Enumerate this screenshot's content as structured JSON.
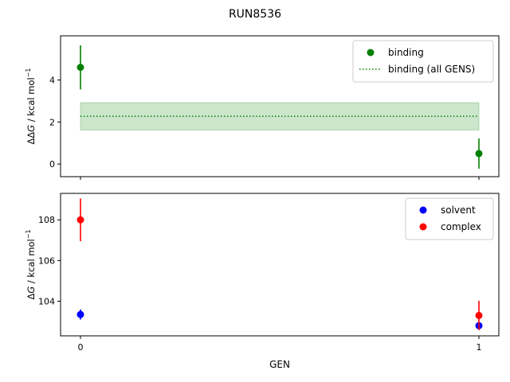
{
  "figure": {
    "title": "RUN8536"
  },
  "colors": {
    "binding": "#008000",
    "binding_band": "#008000",
    "solvent": "#0000ff",
    "complex": "#ff0000",
    "axes": "#000000"
  },
  "chart_data": [
    {
      "type": "scatter",
      "panel": "top",
      "ylabel_prefix": "ΔΔ",
      "ylabel_var": "G",
      "ylabel_units": " / kcal mol",
      "ylabel_exp": "−1",
      "xlabel": "",
      "xlim": [
        -0.05,
        1.05
      ],
      "ylim": [
        -0.6,
        6.1
      ],
      "xticks": [
        0,
        1
      ],
      "xtick_labels_shown": false,
      "yticks": [
        0,
        2,
        4
      ],
      "ytick_labels": [
        "0",
        "2",
        "4"
      ],
      "grid": false,
      "legend_position": "top-right",
      "series": [
        {
          "name": "binding",
          "kind": "points_with_errorbars",
          "color": "#008000",
          "x": [
            0,
            1
          ],
          "y": [
            4.6,
            0.5
          ],
          "yerr": [
            1.05,
            0.72
          ]
        },
        {
          "name": "binding (all GENS)",
          "kind": "horizontal_line_with_band",
          "color": "#008000",
          "linestyle": "dotted",
          "x_range": [
            0,
            1
          ],
          "y": 2.27,
          "band": [
            1.62,
            2.92
          ]
        }
      ]
    },
    {
      "type": "scatter",
      "panel": "bottom",
      "ylabel_prefix": "Δ",
      "ylabel_var": "G",
      "ylabel_units": " / kcal mol",
      "ylabel_exp": "−1",
      "xlabel": "GEN",
      "xlim": [
        -0.05,
        1.05
      ],
      "ylim": [
        102.3,
        109.3
      ],
      "xticks": [
        0,
        1
      ],
      "xtick_labels": [
        "0",
        "1"
      ],
      "yticks": [
        104,
        106,
        108
      ],
      "ytick_labels": [
        "104",
        "106",
        "108"
      ],
      "grid": false,
      "legend_position": "top-right",
      "series": [
        {
          "name": "solvent",
          "kind": "points_with_errorbars",
          "color": "#0000ff",
          "x": [
            0,
            1
          ],
          "y": [
            103.35,
            102.8
          ],
          "yerr": [
            0.25,
            0.15
          ]
        },
        {
          "name": "complex",
          "kind": "points_with_errorbars",
          "color": "#ff0000",
          "x": [
            0,
            1
          ],
          "y": [
            108.0,
            103.3
          ],
          "yerr": [
            1.05,
            0.72
          ]
        }
      ]
    }
  ]
}
